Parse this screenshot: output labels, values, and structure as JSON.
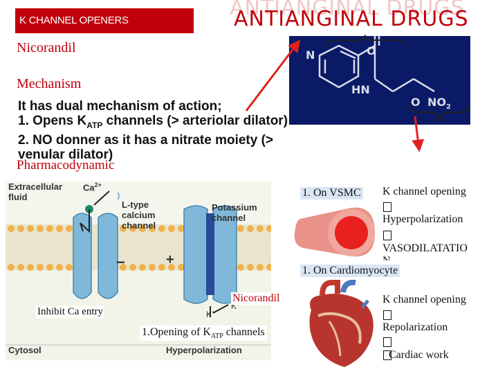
{
  "header": {
    "tag": "K CHANNEL OPENERS",
    "title": "ANTIANGINAL DRUGS",
    "title_shadow": "ANTIANGINAL DRUGS"
  },
  "drug_name": "Nicorandil",
  "mechanism": {
    "heading": "Mechanism",
    "line1": "It has dual mechanism of action;",
    "line2_a": "1. Opens K",
    "line2_sub": "ATP",
    "line2_b": " channels (> arteriolar dilator)",
    "line3": "2. NO donner as it has a nitrate moiety (>",
    "line4": "venular dilator)"
  },
  "pharmacodynamic": "Pharmacodynamic",
  "structure": {
    "atom_n": "N",
    "atom_o_top": "O",
    "atom_hn": "HN",
    "atom_o_right": "O",
    "group_no2": "NO",
    "group_no2_sub": "2"
  },
  "diagram": {
    "extracellular": "Extracellular",
    "fluid": "fluid",
    "ca_ion": "Ca",
    "ca_charge": "2+",
    "l_type_1": "L-type",
    "l_type_2": "calcium",
    "l_type_3": "channel",
    "potassium_1": "Potassium",
    "potassium_2": "channel",
    "minus": "−",
    "plus": "+",
    "k_ion_bottom": "K",
    "k_ion_right": "K",
    "charge_plus": "+",
    "cytosol": "Cytosol",
    "hyperpolarization": "Hyperpolarization"
  },
  "annotations": {
    "nicorandil": "Nicorandil",
    "inhibit": "Inhibit Ca entry",
    "opening_a": "1.Opening of K",
    "opening_sub": "ATP",
    "opening_b": " channels"
  },
  "vsmc": {
    "label": "1. On VSMC",
    "step1": "K channel opening",
    "step2": "Hyperpolarization",
    "step3": "VASODILATATIO",
    "step3_cut": "N"
  },
  "cardio": {
    "label": "1. On Cardiomyocyte",
    "step1": "K channel opening",
    "step2": "Repolarization",
    "step3": "Cardiac work"
  },
  "colors": {
    "accent": "#c0000a",
    "arrow": "#e0201e",
    "structure_bg": "#0a1a66"
  }
}
